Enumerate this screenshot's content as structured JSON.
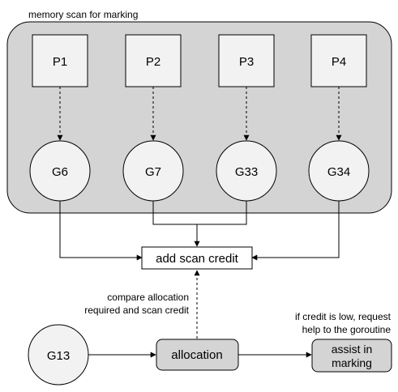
{
  "region_label": "memory scan for marking",
  "processors": [
    "P1",
    "P2",
    "P3",
    "P4"
  ],
  "goroutines": [
    "G6",
    "G7",
    "G33",
    "G34"
  ],
  "credit_box": "add scan credit",
  "compare_note": [
    "compare allocation",
    "required and scan credit"
  ],
  "allocating_goroutine": "G13",
  "allocation_box": "allocation",
  "request_note": [
    "if credit is low, request",
    "help to the goroutine"
  ],
  "assist_box": [
    "assist in",
    "marking"
  ]
}
